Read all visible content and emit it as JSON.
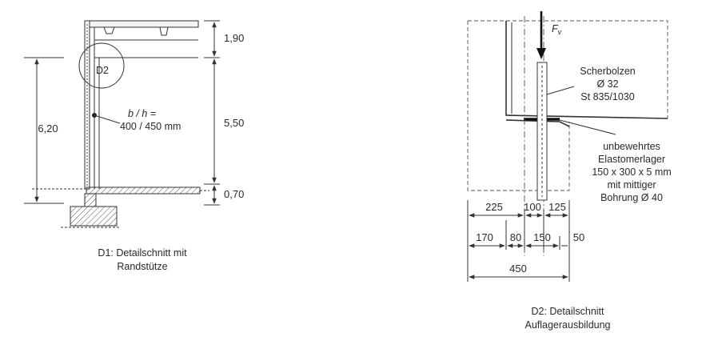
{
  "d1": {
    "caption_line1": "D1: Detailschnitt mit",
    "caption_line2": "Randstütze",
    "bubble_label": "D2",
    "section_label": "b / h =",
    "section_value": "400 / 450 mm",
    "dim_total_height": "6,20",
    "dim_top": "1,90",
    "dim_mid": "5,50",
    "dim_bottom": "0,70"
  },
  "d2": {
    "caption_line1": "D2: Detailschnitt",
    "caption_line2": "Auflagerausbildung",
    "force_label": "F",
    "force_sub": "v",
    "bolt_line1": "Scherbolzen",
    "bolt_line2": "Ø 32",
    "bolt_line3": "St 835/1030",
    "bearing_line1": "unbewehrtes",
    "bearing_line2": "Elastomerlager",
    "bearing_line3": "150 x 300 x 5 mm",
    "bearing_line4": "mit mittiger",
    "bearing_line5": "Bohrung Ø 40",
    "dims_row1": [
      "225",
      "100",
      "125"
    ],
    "dims_row2": [
      "170",
      "80",
      "150",
      "50"
    ],
    "dim_total": "450"
  }
}
